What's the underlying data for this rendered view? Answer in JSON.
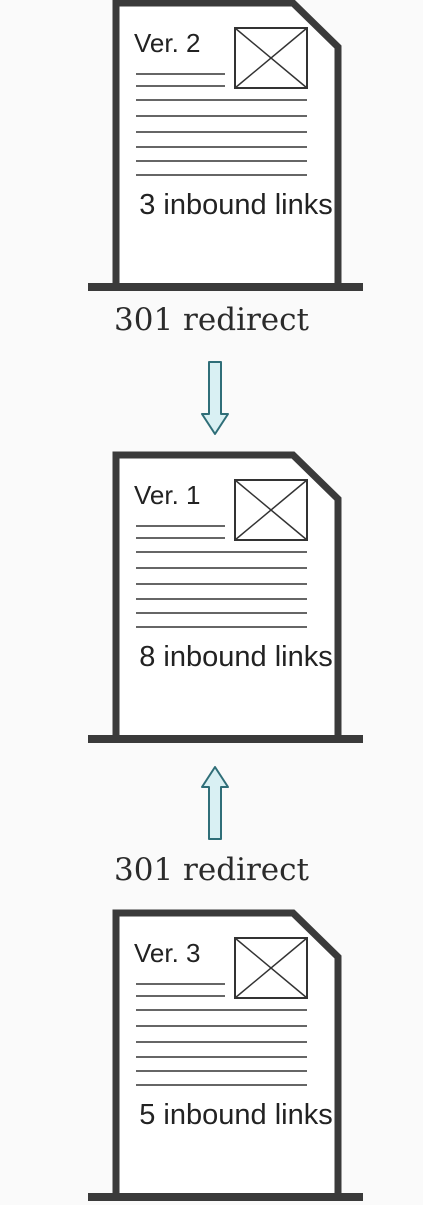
{
  "documents": [
    {
      "version": "Ver. 2",
      "inbound": "3 inbound links"
    },
    {
      "version": "Ver. 1",
      "inbound": "8 inbound links"
    },
    {
      "version": "Ver. 3",
      "inbound": "5 inbound links"
    }
  ],
  "redirects": [
    {
      "label": "301 redirect",
      "arrow_direction": "down"
    },
    {
      "label": "301 redirect",
      "arrow_direction": "up"
    }
  ],
  "colors": {
    "outline": "#3a3a3a",
    "text_line": "#666666",
    "arrow_fill": "#d9f0f3",
    "arrow_stroke": "#2f6e78"
  },
  "icons": [
    "image-placeholder-icon",
    "arrow-down-icon",
    "arrow-up-icon"
  ]
}
